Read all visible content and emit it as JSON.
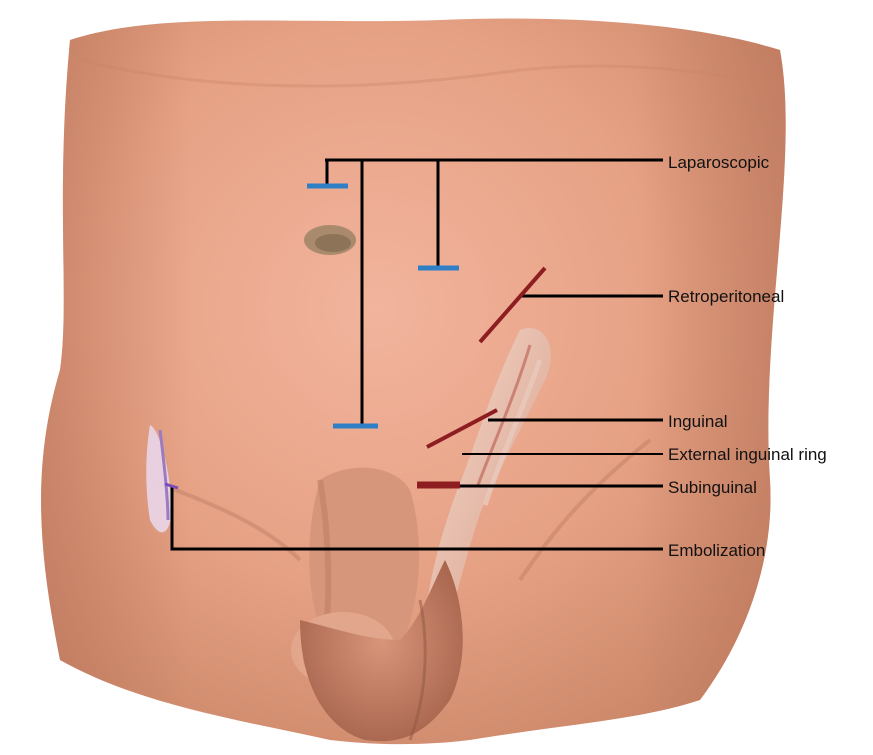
{
  "labels": {
    "laparoscopic": "Laparoscopic",
    "retroperitoneal": "Retroperitoneal",
    "inguinal": "Inguinal",
    "external_inguinal_ring": "External inguinal ring",
    "subinguinal": "Subinguinal",
    "embolization": "Embolization"
  },
  "colors": {
    "leader_line": "#000000",
    "laparoscopic_port": "#2f7fc7",
    "open_incision": "#8e1d22",
    "embolization_mark": "#7b4cb8",
    "skin": "#e7a98e"
  }
}
